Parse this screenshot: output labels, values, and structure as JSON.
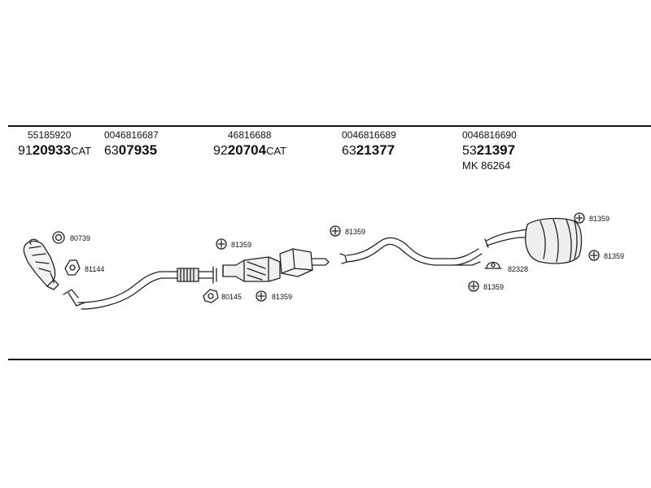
{
  "columns": [
    {
      "oem": "55185920",
      "prefix": "91",
      "number": "20933",
      "suffix": "CAT"
    },
    {
      "oem": "0046816687",
      "prefix": "63",
      "number": "07935",
      "suffix": ""
    },
    {
      "oem": "46816688",
      "prefix": "92",
      "number": "20704",
      "suffix": "CAT"
    },
    {
      "oem": "0046816689",
      "prefix": "63",
      "number": "21377",
      "suffix": ""
    },
    {
      "oem": "0046816690",
      "prefix": "53",
      "number": "21397",
      "suffix": "",
      "kit": "MK  86264"
    }
  ],
  "callouts": {
    "c80739": "80739",
    "c81144": "81144",
    "c81359a": "81359",
    "c80145": "80145",
    "c81359b": "81359",
    "c81359c": "81359",
    "c81359d": "81359",
    "c81359e": "81359",
    "c82328": "82328",
    "c81359f": "81359"
  }
}
